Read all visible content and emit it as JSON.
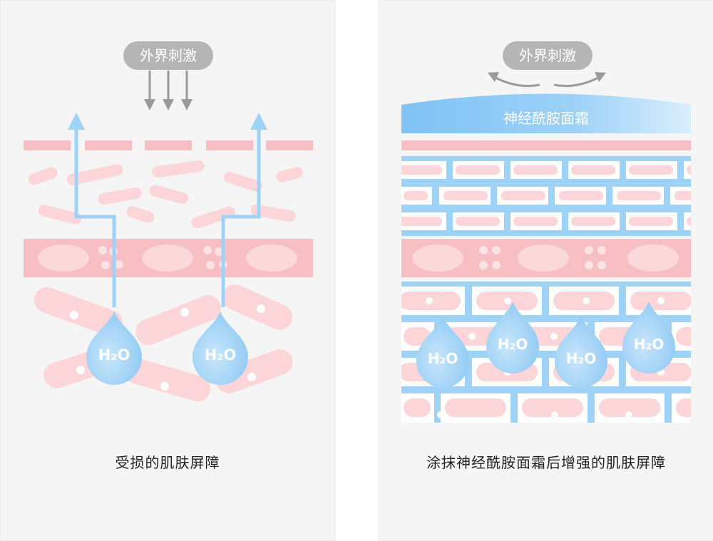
{
  "left_panel": {
    "stimulus_label": "外界刺激",
    "water_label": "H₂O",
    "caption": "受损的肌肤屏障"
  },
  "right_panel": {
    "stimulus_label": "外界刺激",
    "cream_label": "神经酰胺面霜",
    "water_label": "H₂O",
    "caption": "涂抹神经酰胺面霜后增强的肌肤屏障"
  },
  "colors": {
    "panel_bg": "#f5f5f5",
    "skin_pink": "#f7bfc3",
    "skin_light": "#fbd9db",
    "water_blue": "#9fd2f7",
    "cream_blue": "#8ccaf6",
    "badge_gray": "#b5b5b5",
    "arrow_gray": "#9a9a9a"
  }
}
